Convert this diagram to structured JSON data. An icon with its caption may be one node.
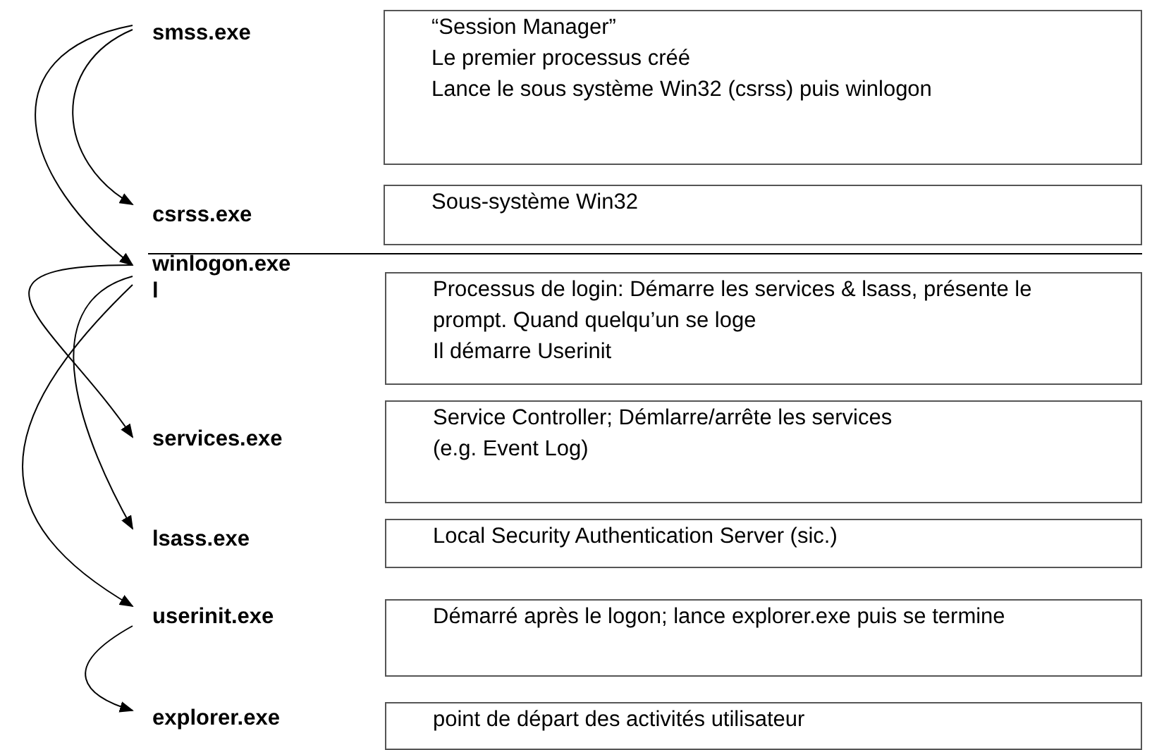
{
  "diagram": {
    "nodes": [
      {
        "text": [
          "smss.exe"
        ]
      },
      {
        "text": [
          "“Session Manager”",
          "Le premier processus créé",
          "Lance le sous système Win32 (csrss) puis winlogon"
        ]
      },
      {
        "text": [
          "csrss.exe"
        ]
      },
      {
        "text": [
          "Sous-système Win32"
        ]
      },
      {
        "text": [
          "winlogon.exe l"
        ]
      },
      {
        "text": [
          "Processus de login: Démarre les services & lsass, présente le prompt.  Quand quelqu’un se loge",
          "Il démarre Userinit"
        ]
      },
      {
        "text": [
          "services.exe"
        ]
      },
      {
        "text": [
          "Service Controller; Démlarre/arrête les services",
          "(e.g. Event Log)"
        ]
      },
      {
        "text": [
          "lsass.exe"
        ]
      },
      {
        "text": [
          "Local Security Authentication Server (sic.)"
        ]
      },
      {
        "text": [
          "userinit.exe"
        ]
      },
      {
        "text": [
          "Démarré après le logon; lance explorer.exe puis se termine"
        ]
      },
      {
        "text": [
          "explorer.exe"
        ]
      },
      {
        "text": [
          "point de départ des activités utilisateur"
        ]
      }
    ],
    "edges": [
      {
        "from": 0,
        "to": 2,
        "arrow": "to"
      },
      {
        "from": 0,
        "to": 4,
        "arrow": "to"
      },
      {
        "from": 4,
        "to": 6,
        "arrow": "to"
      },
      {
        "from": 4,
        "to": 8,
        "arrow": "to"
      },
      {
        "from": 4,
        "to": 10,
        "arrow": "to"
      },
      {
        "from": 10,
        "to": 12,
        "arrow": "to"
      }
    ]
  }
}
